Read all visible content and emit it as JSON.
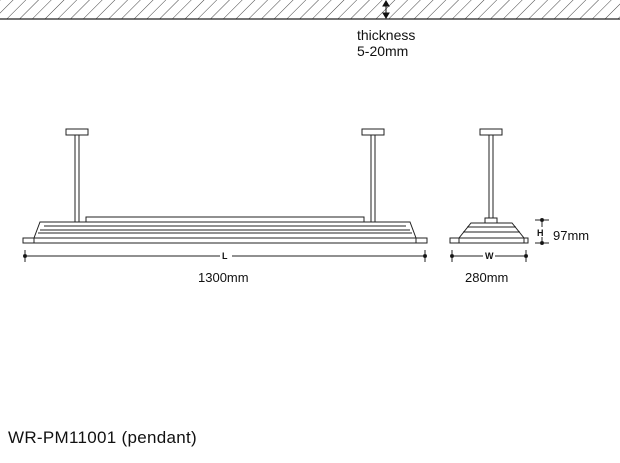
{
  "ceiling": {
    "thickness_label": "thickness",
    "thickness_value": "5-20mm"
  },
  "front_view": {
    "dimension_letter": "L",
    "length_value": "1300mm"
  },
  "side_view": {
    "width_letter": "W",
    "width_value": "280mm",
    "height_letter": "H",
    "height_value": "97mm"
  },
  "caption": {
    "model": "WR-PM11001 (pendant)"
  }
}
